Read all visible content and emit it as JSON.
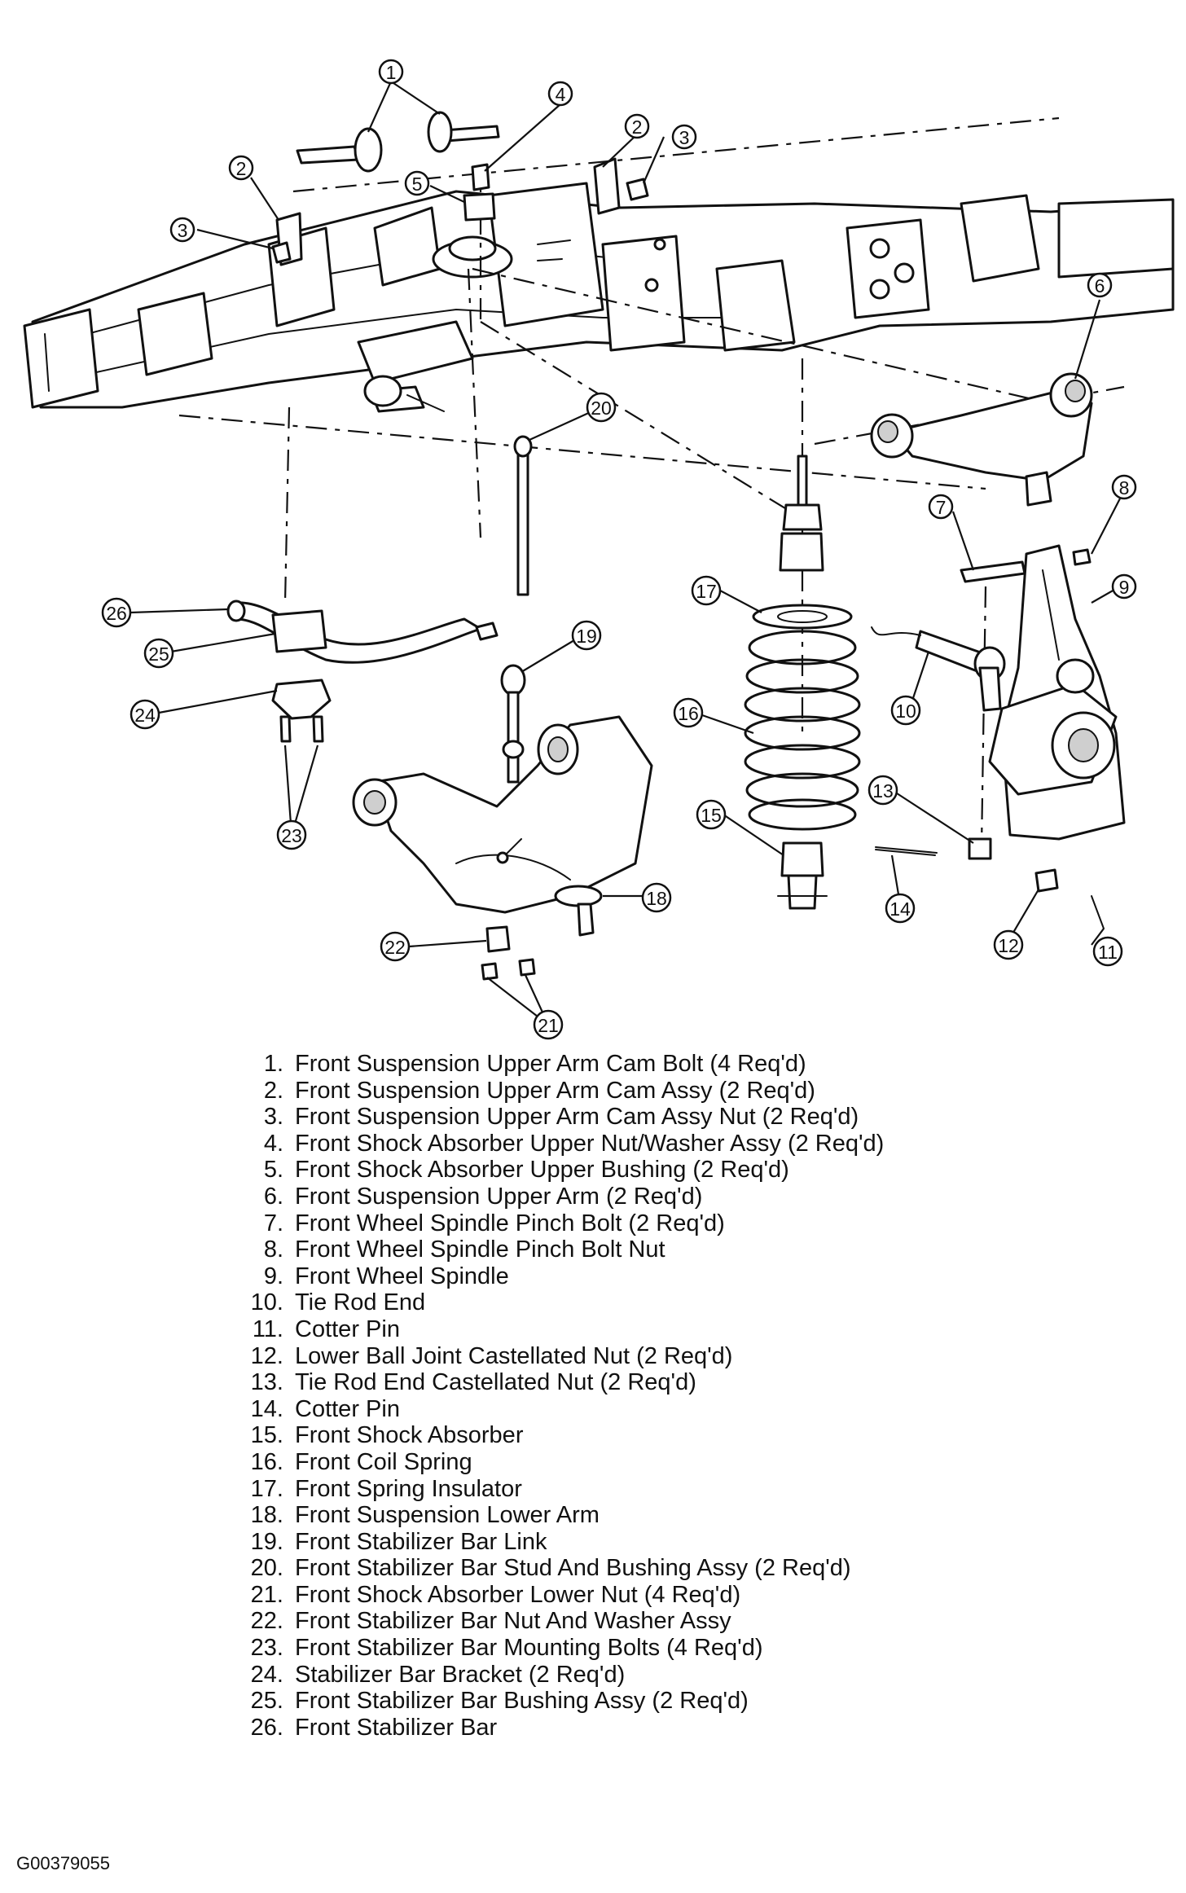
{
  "callouts": [
    "1",
    "2",
    "2",
    "3",
    "3",
    "4",
    "5",
    "6",
    "7",
    "8",
    "9",
    "10",
    "11",
    "12",
    "13",
    "14",
    "15",
    "16",
    "17",
    "18",
    "19",
    "20",
    "21",
    "22",
    "23",
    "24",
    "25",
    "26"
  ],
  "legend": [
    {
      "num": "1.",
      "text": "Front Suspension Upper Arm Cam Bolt (4 Req'd)"
    },
    {
      "num": "2.",
      "text": "Front Suspension Upper Arm Cam Assy (2 Req'd)"
    },
    {
      "num": "3.",
      "text": "Front Suspension Upper Arm Cam Assy Nut (2 Req'd)"
    },
    {
      "num": "4.",
      "text": "Front Shock Absorber Upper Nut/Washer Assy (2 Req'd)"
    },
    {
      "num": "5.",
      "text": "Front Shock Absorber Upper Bushing (2 Req'd)"
    },
    {
      "num": "6.",
      "text": "Front Suspension Upper Arm (2 Req'd)"
    },
    {
      "num": "7.",
      "text": "Front Wheel Spindle Pinch Bolt (2 Req'd)"
    },
    {
      "num": "8.",
      "text": "Front Wheel Spindle Pinch Bolt Nut"
    },
    {
      "num": "9.",
      "text": "Front Wheel Spindle"
    },
    {
      "num": "10.",
      "text": "Tie Rod End"
    },
    {
      "num": "11.",
      "text": "Cotter Pin"
    },
    {
      "num": "12.",
      "text": "Lower Ball Joint Castellated Nut (2 Req'd)"
    },
    {
      "num": "13.",
      "text": "Tie Rod End Castellated Nut (2 Req'd)"
    },
    {
      "num": "14.",
      "text": "Cotter Pin"
    },
    {
      "num": "15.",
      "text": "Front Shock Absorber"
    },
    {
      "num": "16.",
      "text": "Front Coil Spring"
    },
    {
      "num": "17.",
      "text": "Front Spring Insulator"
    },
    {
      "num": "18.",
      "text": "Front Suspension Lower Arm"
    },
    {
      "num": "19.",
      "text": "Front Stabilizer Bar Link"
    },
    {
      "num": "20.",
      "text": "Front Stabilizer Bar Stud And Bushing Assy (2 Req'd)"
    },
    {
      "num": "21.",
      "text": "Front Shock Absorber Lower Nut (4 Req'd)"
    },
    {
      "num": "22.",
      "text": "Front Stabilizer Bar Nut And Washer Assy"
    },
    {
      "num": "23.",
      "text": "Front Stabilizer Bar Mounting Bolts (4 Req'd)"
    },
    {
      "num": "24.",
      "text": "Stabilizer Bar Bracket (2 Req'd)"
    },
    {
      "num": "25.",
      "text": "Front Stabilizer Bar Bushing Assy (2 Req'd)"
    },
    {
      "num": "26.",
      "text": "Front Stabilizer Bar"
    }
  ],
  "figure_id": "G00379055"
}
